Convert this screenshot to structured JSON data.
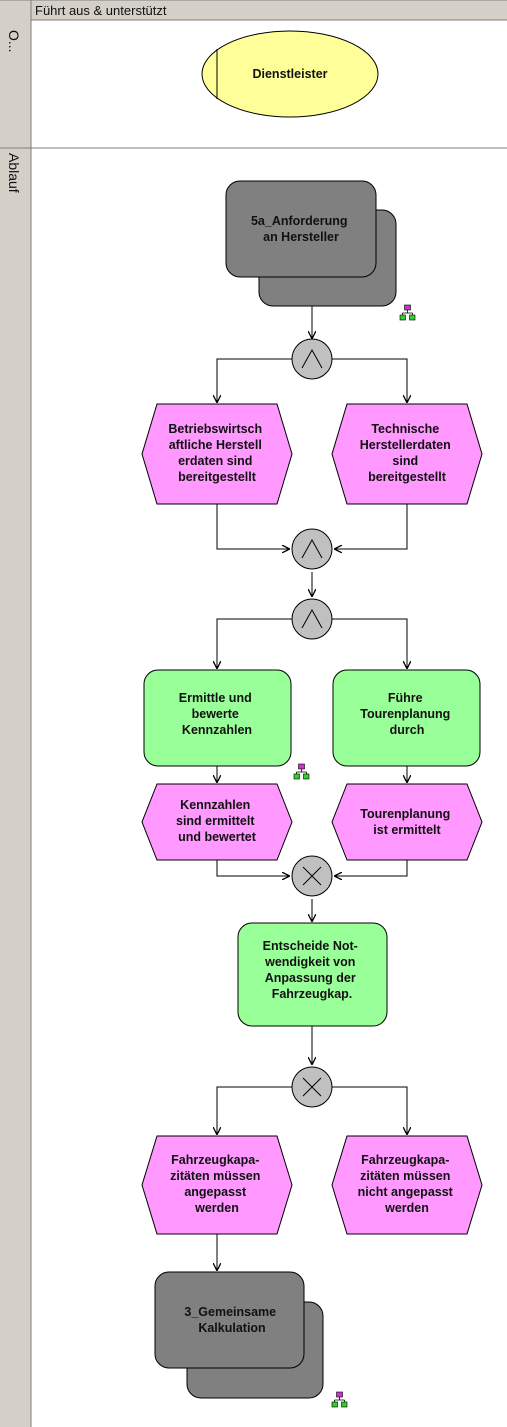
{
  "header": {
    "column_title": "Führt aus & unterstützt",
    "lane_org_label": "O...",
    "lane_flow_label": "Ablauf"
  },
  "nodes": {
    "dienstleister": "Dienstleister",
    "anforderung": [
      "5a_Anforderung",
      "an Hersteller"
    ],
    "betriebswirt_daten": [
      "Betriebswirtsch",
      "aftliche Herstell",
      "erdaten sind",
      "bereitgestellt"
    ],
    "technische_daten": [
      "Technische",
      "Herstellerdaten",
      "sind",
      "bereitgestellt"
    ],
    "ermittle": [
      "Ermittle und",
      "bewerte",
      "Kennzahlen"
    ],
    "tourenplanung_fn": [
      "Führe",
      "Tourenplanung",
      "durch"
    ],
    "kennzahlen_ev": [
      "Kennzahlen",
      "sind ermittelt",
      "und bewertet"
    ],
    "tourenplanung_ev": [
      "Tourenplanung",
      "ist ermittelt"
    ],
    "entscheide": [
      "Entscheide Not-",
      "wendigkeit von",
      "Anpassung der",
      "Fahrzeugkap."
    ],
    "anpassen_ev": [
      "Fahrzeugkapa-",
      "zitäten müssen",
      "angepasst",
      "werden"
    ],
    "nicht_anpassen_ev": [
      "Fahrzeugkapa-",
      "zitäten müssen",
      "nicht angepasst",
      "werden"
    ],
    "kalkulation": [
      "3_Gemeinsame",
      "Kalkulation"
    ]
  },
  "colors": {
    "event": "#ff99ff",
    "function": "#99ff99",
    "process_interface": "#808080",
    "organization": "#ffff99",
    "connector": "#c0c0c0",
    "header_band": "#d4d0c8"
  },
  "icons": {
    "hierarchy": "hierarchy-icon",
    "and_connector": "and-connector-icon",
    "xor_connector": "xor-connector-icon"
  }
}
